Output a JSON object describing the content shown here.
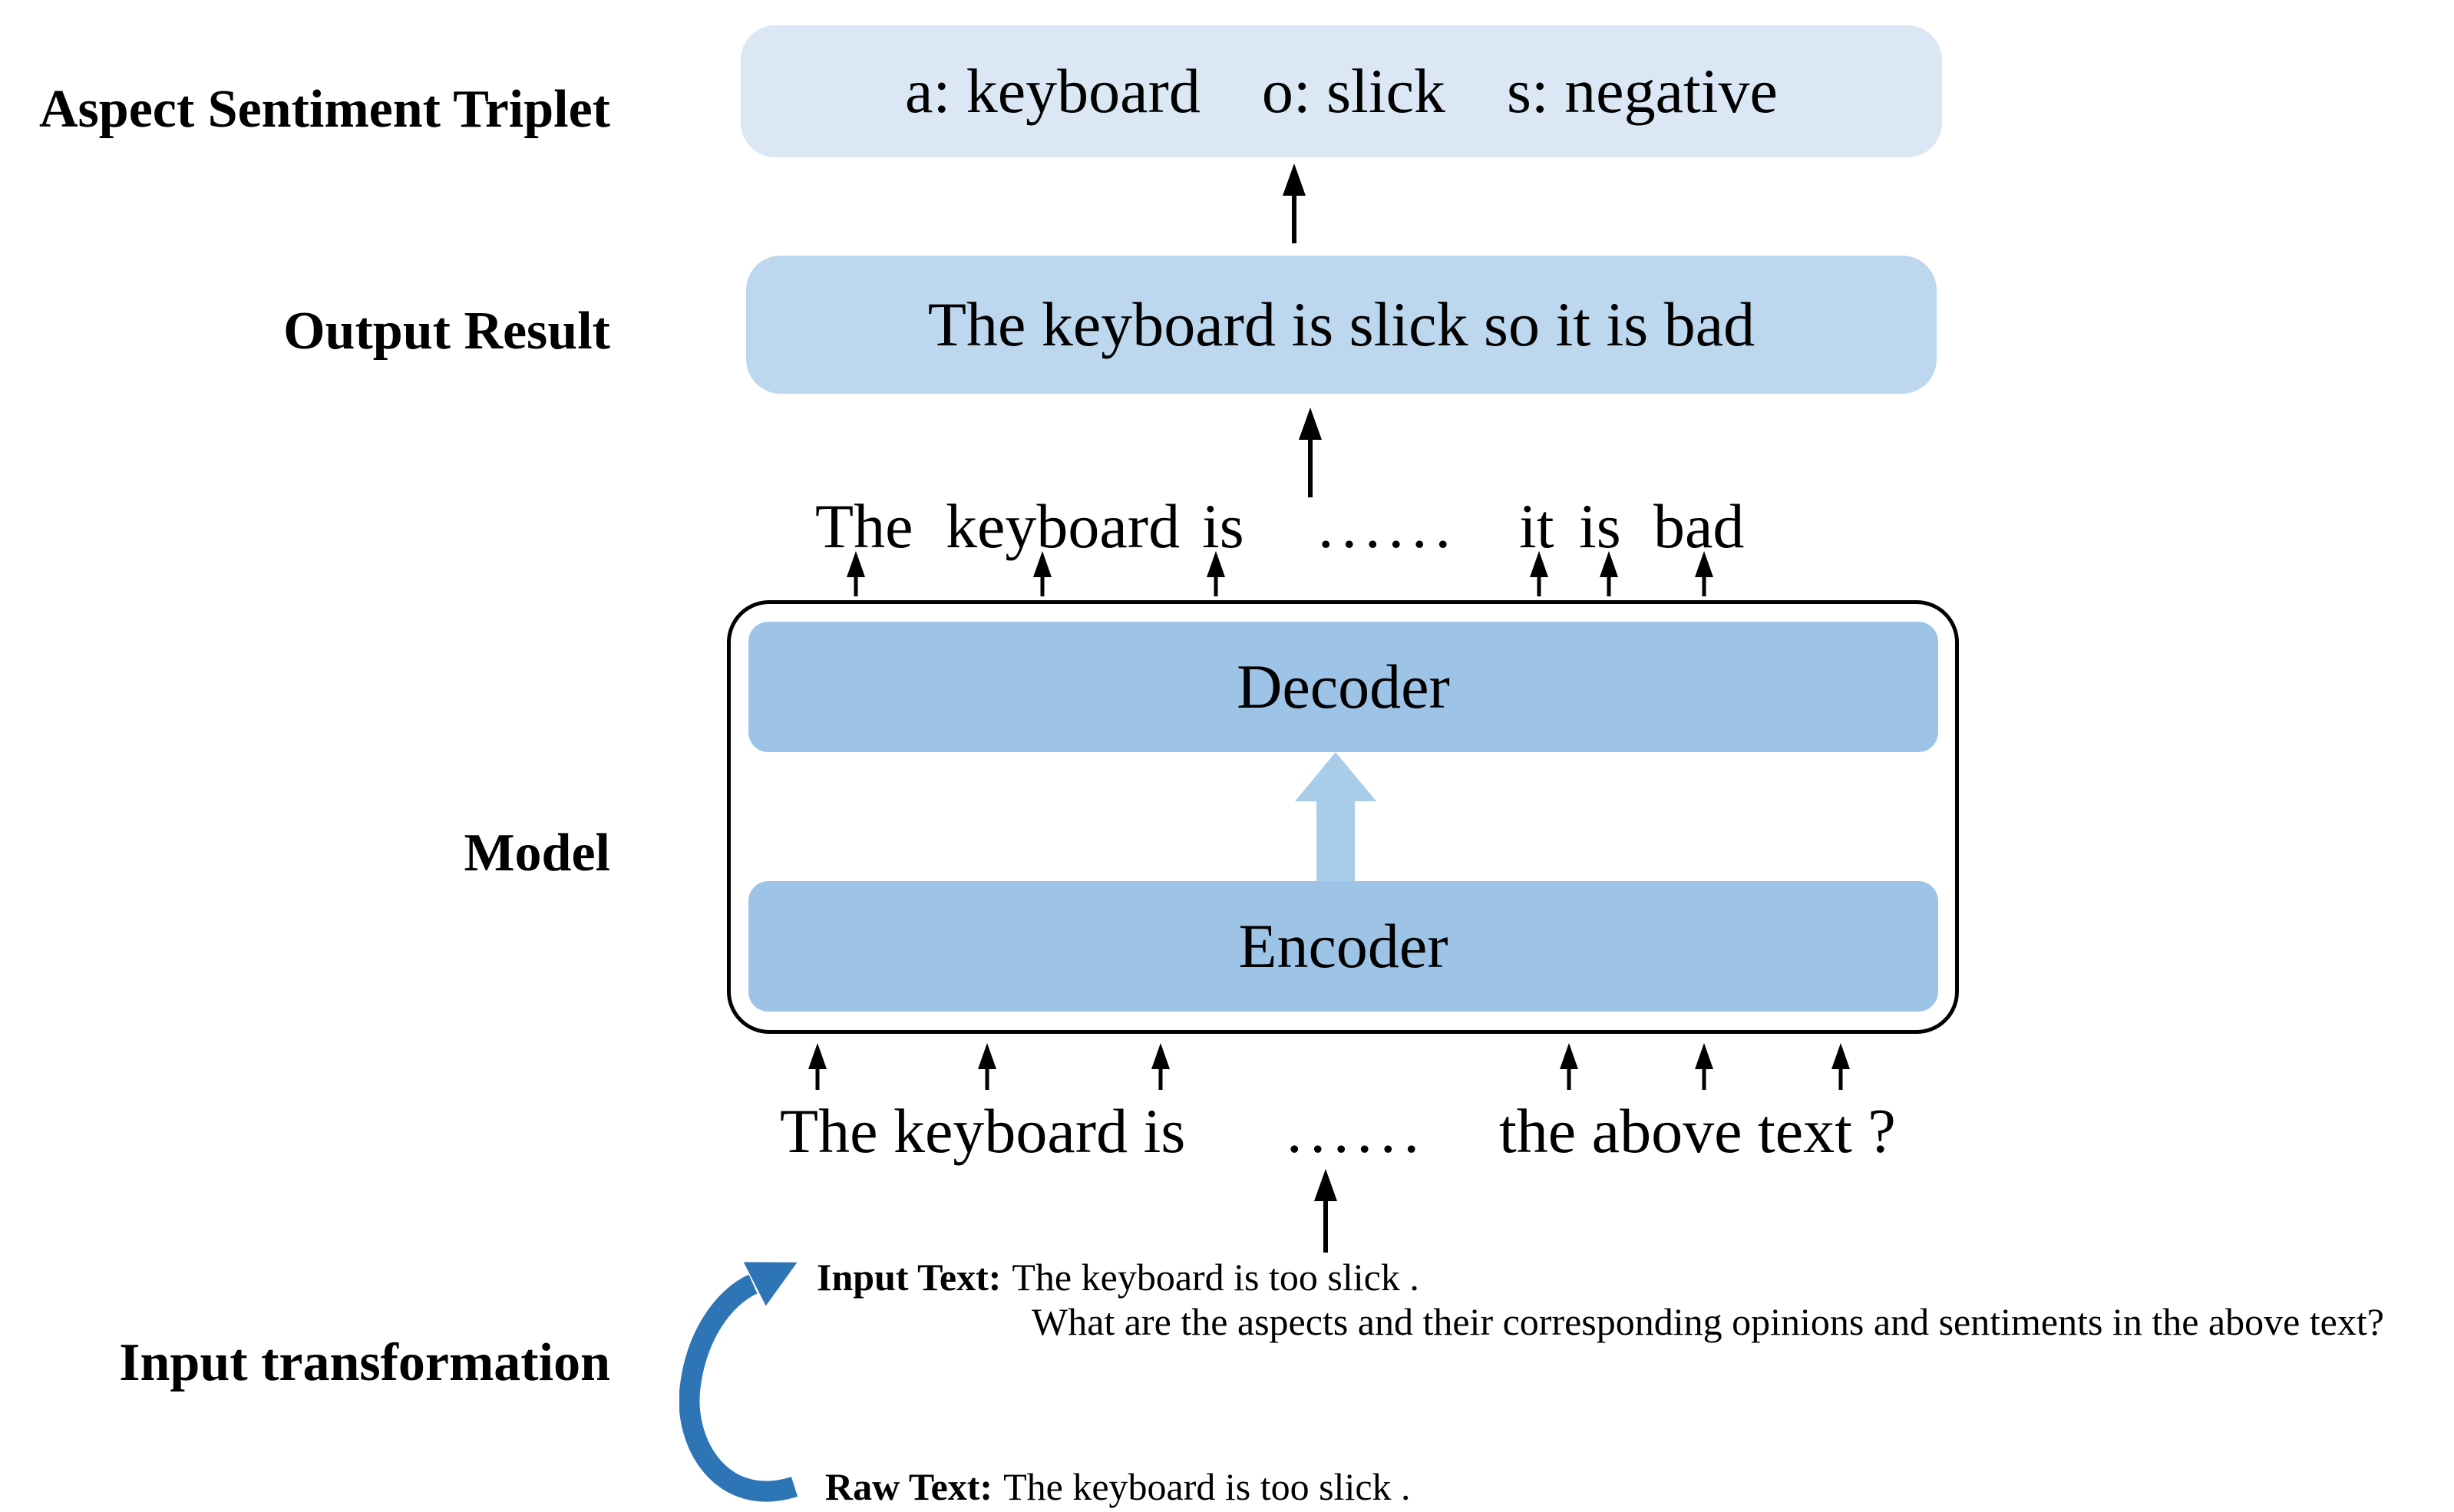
{
  "figure": {
    "labels": {
      "aspect_sentiment_triplet": "Aspect Sentiment Triplet",
      "output_result": "Output Result",
      "model": "Model",
      "input_transformation": "Input transformation"
    },
    "triplet_box": {
      "aspect": "a: keyboard",
      "opinion": "o: slick",
      "sentiment": "s: negative"
    },
    "output_box_text": "The keyboard is slick so it is bad",
    "model": {
      "decoder": "Decoder",
      "encoder": "Encoder"
    },
    "output_tokens": [
      "The",
      "keyboard",
      "is",
      "......",
      "it",
      "is",
      "bad"
    ],
    "input_tokens": [
      "The keyboard is",
      "......",
      "the above text ?"
    ],
    "transformation": {
      "input_label": "Input Text:",
      "input_text": "The keyboard is too slick .",
      "input_question": "What are the aspects and their corresponding opinions and sentiments in the above text?",
      "raw_label": "Raw Text:",
      "raw_text": "The keyboard is too slick ."
    },
    "colors": {
      "triplet_box_bg": "#dbe7f4",
      "output_box_bg": "#bdd7ee",
      "encoder_decoder_bg": "#9dc3e6",
      "model_fat_arrow": "#a9cce9",
      "curved_arrow": "#2e75b6",
      "model_border": "#000000",
      "arrow_black": "#000000"
    }
  }
}
